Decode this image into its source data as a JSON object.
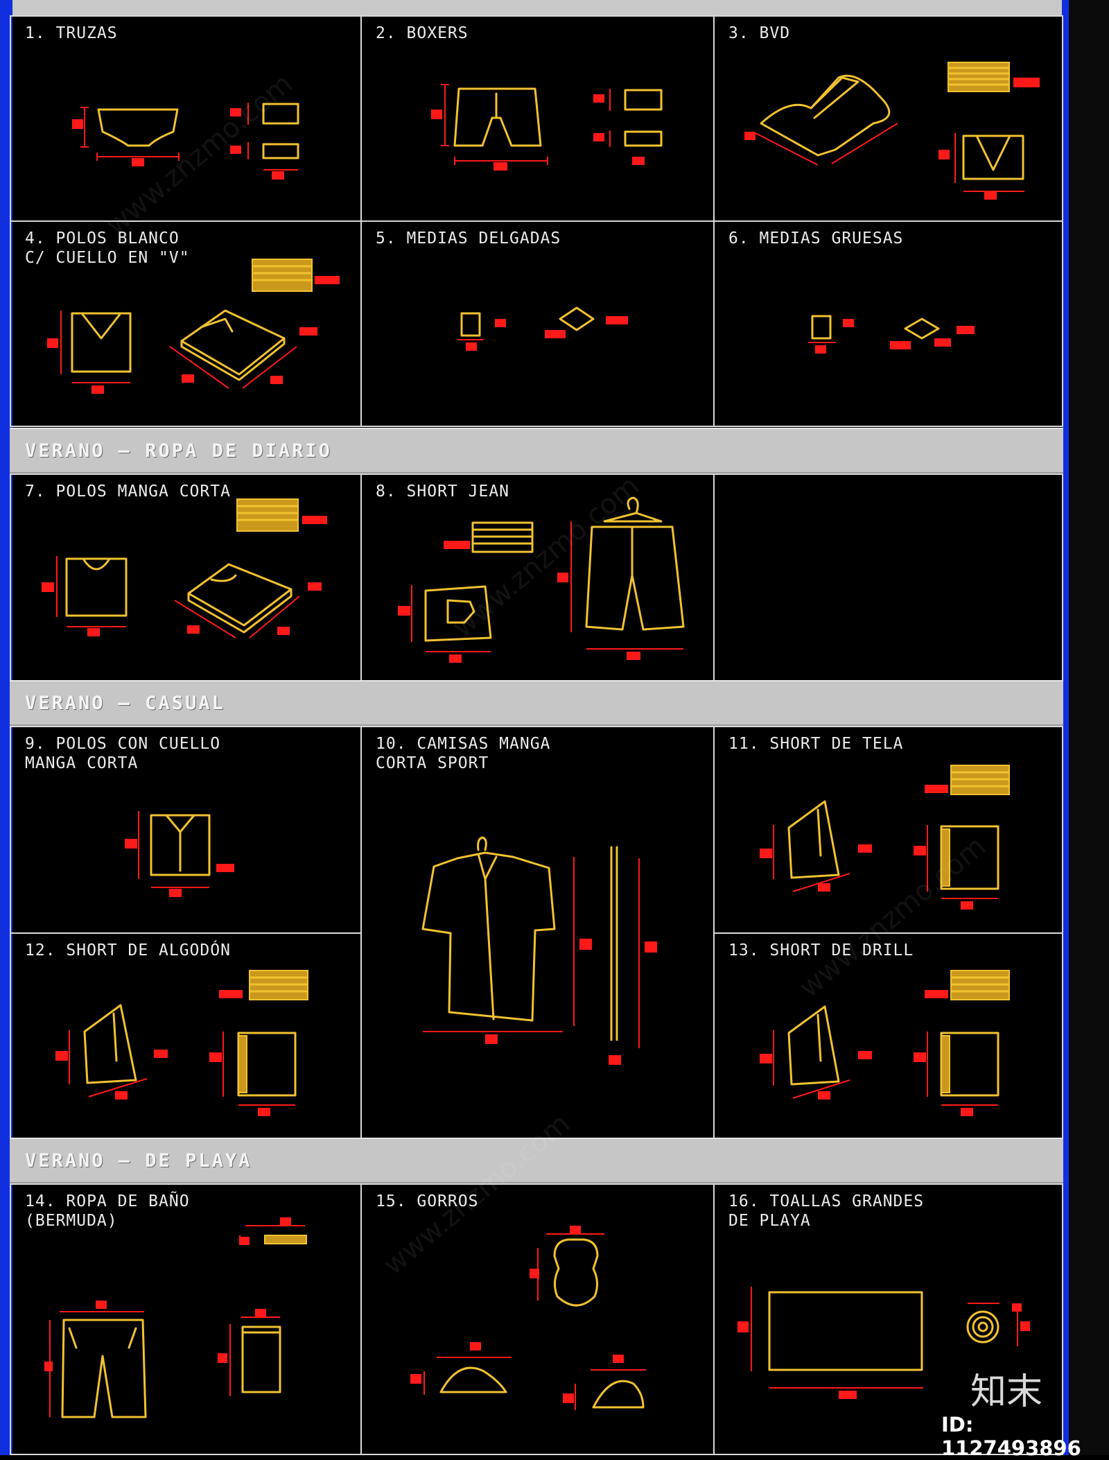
{
  "bands": [
    {
      "label": "VERANO — ROPA DE DIARIO"
    },
    {
      "label": "VERANO — CASUAL"
    },
    {
      "label": "VERANO — DE PLAYA"
    }
  ],
  "cells": [
    {
      "title": "1. TRUZAS"
    },
    {
      "title": "2. BOXERS"
    },
    {
      "title": "3. BVD"
    },
    {
      "title": "4. POLOS BLANCO\nC/ CUELLO EN \"V\""
    },
    {
      "title": "5. MEDIAS DELGADAS"
    },
    {
      "title": "6. MEDIAS GRUESAS"
    },
    {
      "title": "7. POLOS MANGA CORTA"
    },
    {
      "title": "8. SHORT JEAN"
    },
    {
      "title": "9. POLOS CON CUELLO\nMANGA CORTA"
    },
    {
      "title": "10. CAMISAS MANGA\nCORTA SPORT"
    },
    {
      "title": "11. SHORT DE TELA"
    },
    {
      "title": "12. SHORT DE ALGODÓN"
    },
    {
      "title": "13. SHORT DE DRILL"
    },
    {
      "title": "14. ROPA DE BAÑO\n(BERMUDA)"
    },
    {
      "title": "15. GORROS"
    },
    {
      "title": "16. TOALLAS GRANDES\nDE PLAYA"
    }
  ],
  "watermark": {
    "logo": "知末",
    "id": "ID: 1127493896",
    "site": "www.znzmo.com"
  },
  "colors": {
    "outline": "#f2c230",
    "dimension": "#ff1a1a",
    "background": "#000000",
    "band": "#c6c6c6",
    "frame": "#1030e0"
  }
}
